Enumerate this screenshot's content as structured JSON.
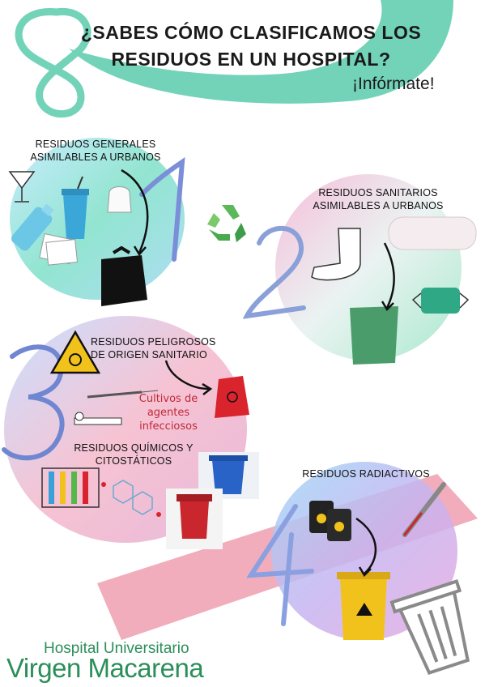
{
  "title": {
    "line1": "¿SABES CÓMO CLASIFICAMOS LOS",
    "line2": "RESIDUOS EN UN HOSPITAL?"
  },
  "subtitle": "¡Infórmate!",
  "sections": [
    {
      "number": "1",
      "label_line1": "RESIDUOS GENERALES",
      "label_line2": "ASIMILABLES A URBANOS"
    },
    {
      "number": "2",
      "label_line1": "RESIDUOS SANITARIOS",
      "label_line2": "ASIMILABLES A URBANOS"
    },
    {
      "number": "3",
      "label_line1": "RESIDUOS PELIGROSOS",
      "label_line2": "DE ORIGEN SANITARIO",
      "note_line1": "Cultivos de agentes",
      "note_line2": "infecciosos",
      "label2_line1": "RESIDUOS QUÍMICOS Y",
      "label2_line2": "CITOSTÁTICOS"
    },
    {
      "number": "4",
      "label_line1": "RESIDUOS RADIACTIVOS"
    }
  ],
  "logo": {
    "line1": "Hospital Universitario",
    "line2": "Virgen Macarena",
    "color": "#2b8f5a"
  },
  "colors": {
    "teal": "#6fd1b6",
    "pink": "#f2a6b8",
    "blue": "#7fb4e8",
    "purple": "#c9a6e6",
    "green_brand": "#2b8f5a"
  }
}
